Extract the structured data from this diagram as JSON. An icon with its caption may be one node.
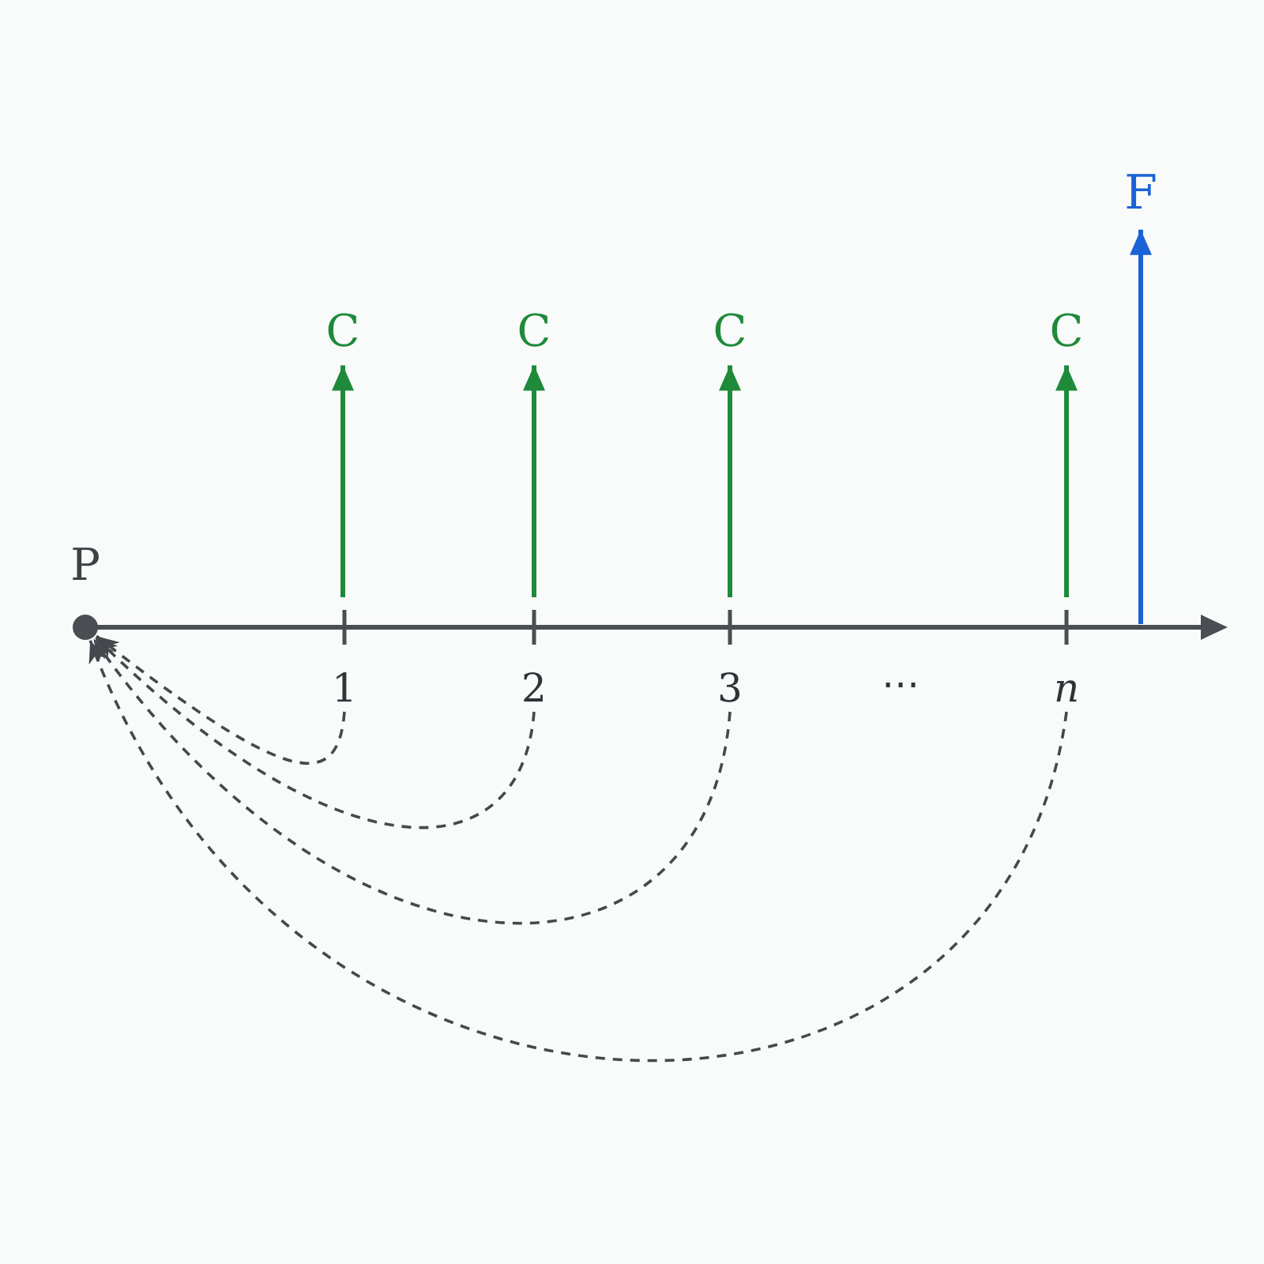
{
  "diagram": {
    "nodes": [
      {
        "text": [],
        "shape": "circle",
        "beside": [
          "P"
        ]
      },
      {
        "text": [
          "1"
        ]
      },
      {
        "text": [
          "2"
        ]
      },
      {
        "text": [
          "3"
        ]
      },
      {
        "text": [
          "n"
        ]
      }
    ],
    "edges": [
      {
        "from": 1,
        "to": 0,
        "arrow": "to",
        "style": "dashed"
      },
      {
        "from": 2,
        "to": 0,
        "arrow": "to",
        "style": "dashed"
      },
      {
        "from": 3,
        "to": 0,
        "arrow": "to",
        "style": "dashed"
      },
      {
        "from": 4,
        "to": 0,
        "arrow": "to",
        "style": "dashed"
      }
    ],
    "labels": [
      "F",
      "C",
      "C",
      "C",
      "C",
      "⋯"
    ]
  }
}
